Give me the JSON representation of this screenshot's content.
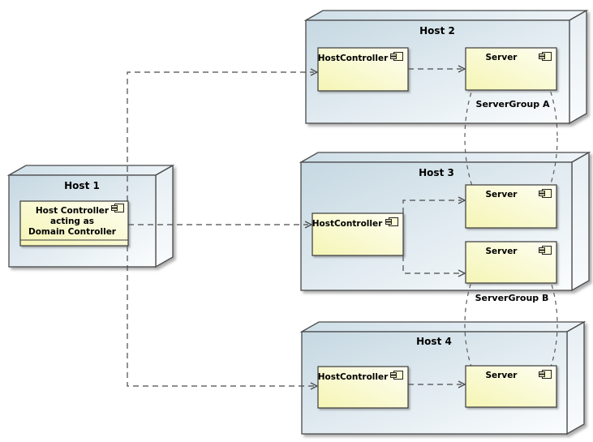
{
  "hosts": {
    "host1": {
      "label": "Host 1",
      "component": {
        "name_lines": [
          "Host Controller",
          "acting as",
          "Domain Controller"
        ]
      }
    },
    "host2": {
      "label": "Host 2",
      "host_controller": {
        "label": "HostController"
      },
      "server": {
        "label": "Server"
      }
    },
    "host3": {
      "label": "Host 3",
      "host_controller": {
        "label": "HostController"
      },
      "server_top": {
        "label": "Server"
      },
      "server_bottom": {
        "label": "Server"
      }
    },
    "host4": {
      "label": "Host 4",
      "host_controller": {
        "label": "HostController"
      },
      "server": {
        "label": "Server"
      }
    }
  },
  "server_groups": {
    "group_a": {
      "label": "ServerGroup A"
    },
    "group_b": {
      "label": "ServerGroup B"
    }
  },
  "colors": {
    "background": "#ffffff",
    "node_front_start": "#c6d8e2",
    "node_front_end": "#fbfdfe",
    "node_top_start": "#cfdfe8",
    "node_top_end": "#eef4f8",
    "node_side_start": "#e7eff4",
    "node_side_end": "#f9fbfd",
    "component_start": "#f5f5b5",
    "component_end": "#fefef2",
    "line": "#4a4a4a"
  }
}
